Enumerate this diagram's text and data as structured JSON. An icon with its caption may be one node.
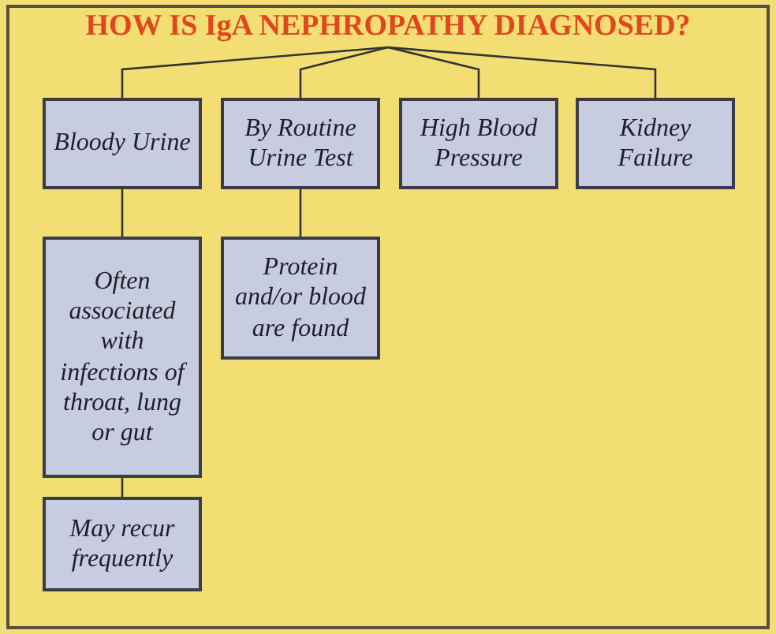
{
  "diagram": {
    "nodes": [
      {
        "text": [
          "HOW IS IgA NEPHROPATHY DIAGNOSED?"
        ]
      },
      {
        "text": [
          "Bloody Urine"
        ]
      },
      {
        "text": [
          "By Routine Urine Test"
        ]
      },
      {
        "text": [
          "High Blood Pressure"
        ]
      },
      {
        "text": [
          "Kidney Failure"
        ]
      },
      {
        "text": [
          "Often associated with infections of throat, lung or gut"
        ]
      },
      {
        "text": [
          "Protein and/or blood are found"
        ]
      },
      {
        "text": [
          "May recur frequently"
        ]
      }
    ],
    "edges": [
      {
        "from": 0,
        "to": 1,
        "arrow": "none"
      },
      {
        "from": 0,
        "to": 2,
        "arrow": "none"
      },
      {
        "from": 0,
        "to": 3,
        "arrow": "none"
      },
      {
        "from": 0,
        "to": 4,
        "arrow": "none"
      },
      {
        "from": 1,
        "to": 5,
        "arrow": "none"
      },
      {
        "from": 5,
        "to": 7,
        "arrow": "none"
      },
      {
        "from": 2,
        "to": 6,
        "arrow": "none"
      }
    ]
  }
}
